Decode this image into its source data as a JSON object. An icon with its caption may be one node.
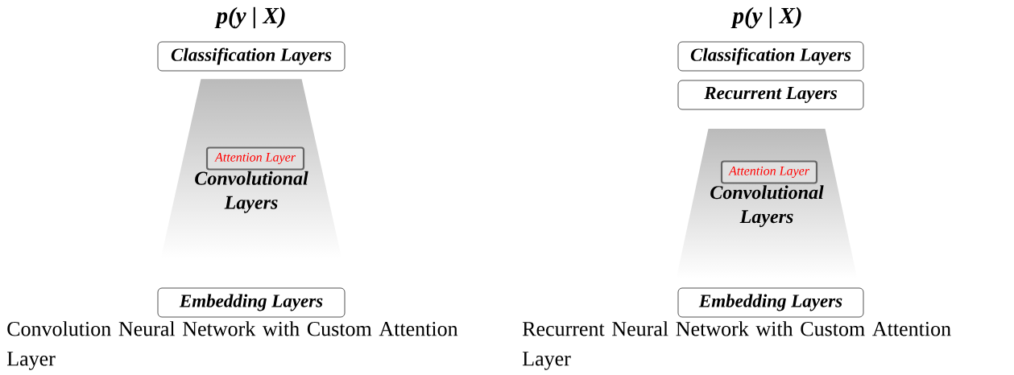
{
  "diagram": {
    "nodes": [
      {
        "text": [
          "Classification Layers"
        ]
      },
      {
        "text": [
          "Classification Layers"
        ]
      },
      {
        "text": [
          "Recurrent Layers"
        ]
      },
      {
        "text": [
          "Convolutional Layers"
        ]
      },
      {
        "text": [
          "Attention Layer"
        ],
        "in": 3
      },
      {
        "text": [
          "Convolutional Layers"
        ]
      },
      {
        "text": [
          "Attention Layer"
        ],
        "in": 5
      },
      {
        "text": [
          "Embedding Layers"
        ]
      },
      {
        "text": [
          "Embedding Layers"
        ]
      }
    ],
    "edges": [],
    "labels": [
      "p(y | X)",
      "p(y | X)",
      "Convolution Neural Network with Custom Attention Layer",
      "Recurrent Neural Network with Custom Attention Layer"
    ]
  }
}
